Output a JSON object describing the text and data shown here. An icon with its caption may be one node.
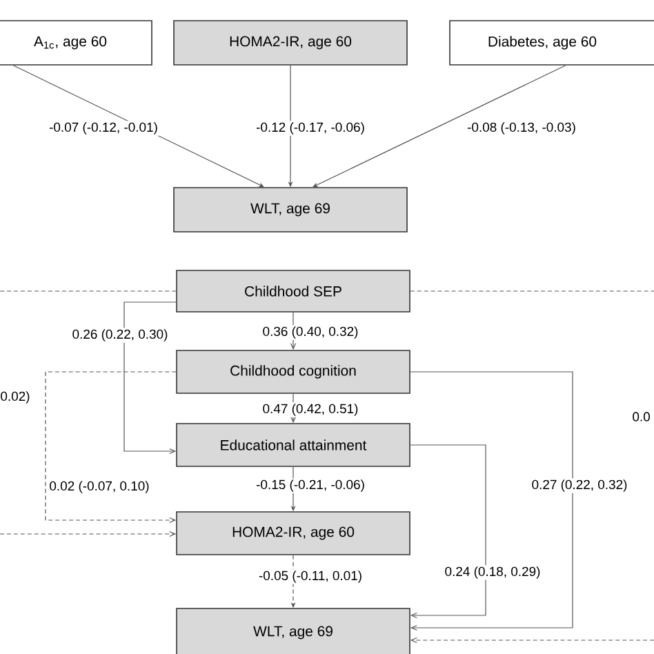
{
  "diagram": {
    "nodes": [
      {
        "text": [
          "A$_{1c}$, age 60"
        ]
      },
      {
        "text": [
          "HOMA2-IR, age 60"
        ]
      },
      {
        "text": [
          "Diabetes, age 60"
        ]
      },
      {
        "text": [
          "WLT, age 69"
        ]
      },
      {
        "text": [
          "Childhood SEP"
        ]
      },
      {
        "text": [
          "Childhood cognition"
        ]
      },
      {
        "text": [
          "Educational attainment"
        ]
      },
      {
        "text": [
          "HOMA2-IR, age 60"
        ]
      },
      {
        "text": [
          "WLT, age 69"
        ]
      }
    ],
    "edges": [
      {
        "from": 0,
        "to": 3,
        "arrow": "to",
        "label": "-0.07 (-0.12, -0.01)"
      },
      {
        "from": 1,
        "to": 3,
        "arrow": "to",
        "label": "-0.12 (-0.17, -0.06)"
      },
      {
        "from": 2,
        "to": 3,
        "arrow": "to",
        "label": "-0.08 (-0.13, -0.03)"
      },
      {
        "from": 4,
        "to": null,
        "arrow": "none",
        "style": "dashed"
      },
      {
        "from": 4,
        "to": null,
        "arrow": "none",
        "style": "dashed"
      },
      {
        "from": 4,
        "to": 5,
        "arrow": "to",
        "label": "0.36 (0.40, 0.32)"
      },
      {
        "from": 4,
        "to": 6,
        "arrow": "to",
        "label": "0.26 (0.22, 0.30)"
      },
      {
        "from": 5,
        "to": 6,
        "arrow": "to",
        "label": "0.47 (0.42, 0.51)"
      },
      {
        "from": 5,
        "to": 7,
        "arrow": "to",
        "style": "dashed",
        "label": "0.02 (-0.07, 0.10)"
      },
      {
        "from": null,
        "to": 7,
        "arrow": "to",
        "style": "dashed"
      },
      {
        "from": 6,
        "to": 7,
        "arrow": "to",
        "label": "-0.15 (-0.21, -0.06)"
      },
      {
        "from": 7,
        "to": 8,
        "arrow": "to",
        "style": "dashed",
        "label": "-0.05 (-0.11, 0.01)"
      },
      {
        "from": 6,
        "to": 8,
        "arrow": "to",
        "label": "0.24 (0.18, 0.29)"
      },
      {
        "from": 5,
        "to": 8,
        "arrow": "to",
        "label": "0.27 (0.22, 0.32)"
      },
      {
        "from": null,
        "to": 8,
        "arrow": "to",
        "style": "dashed"
      }
    ],
    "labels": [
      "0.02)",
      "0.0"
    ]
  }
}
